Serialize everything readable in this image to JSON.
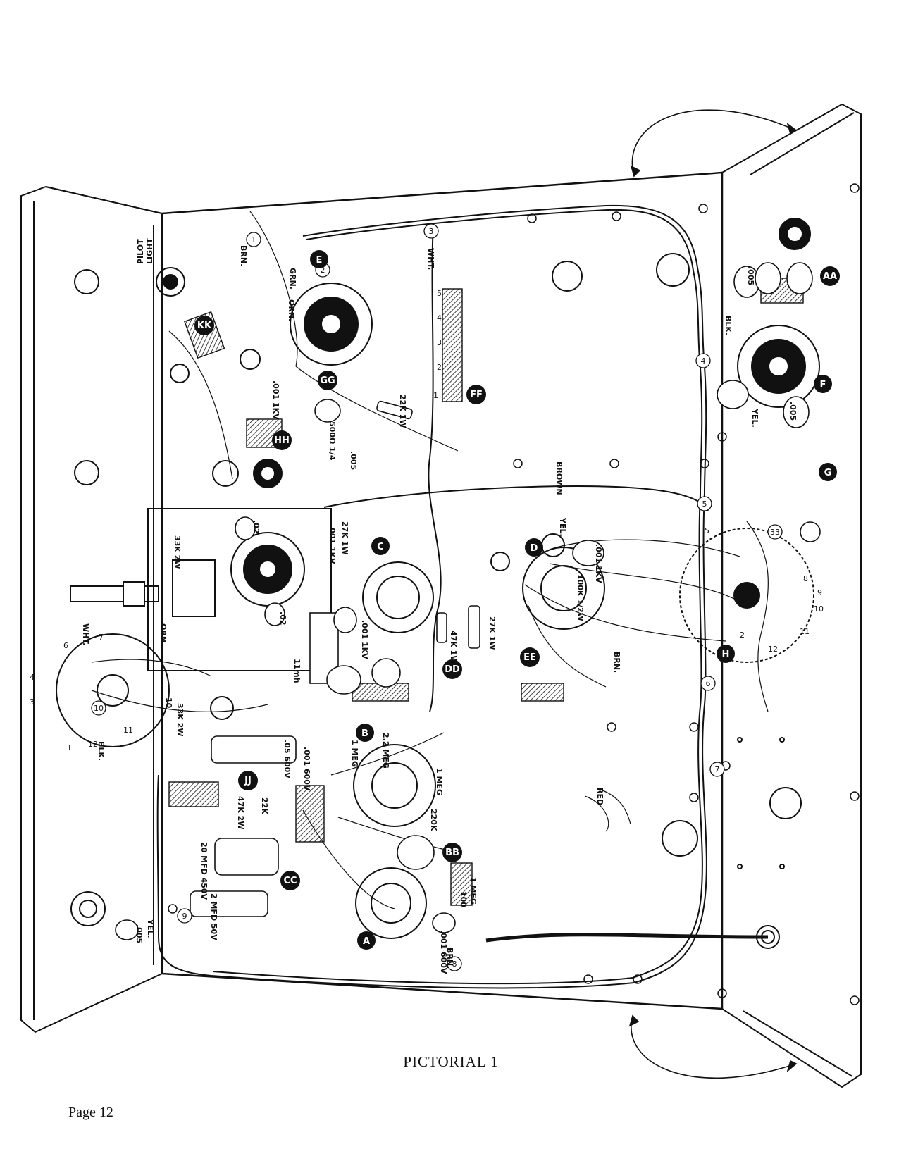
{
  "document": {
    "caption": "PICTORIAL 1",
    "page_label": "Page 12"
  },
  "diagram": {
    "pilot_light_label": [
      "PILOT",
      "LIGHT"
    ],
    "socket_badges": [
      "A",
      "B",
      "C",
      "D",
      "E",
      "F",
      "G",
      "H"
    ],
    "lug_strip_badges": [
      "AA",
      "BB",
      "CC",
      "DD",
      "EE",
      "FF",
      "GG",
      "HH",
      "JJ",
      "KK"
    ],
    "wire_labels": [
      "BROWN",
      "WHT.",
      "ORN.",
      "BLK.",
      "YEL.",
      "RED",
      "BRN.",
      "GRN."
    ],
    "component_labels": [
      ".001 1KV",
      ".005",
      ".02",
      "22K 1W",
      "27K 1W",
      "33K 2W",
      "47K 1W",
      "47K 2W",
      "100K 1/2W",
      "220K",
      "2.2 MEG",
      "1 MEG",
      ".001 600V",
      ".05 600V",
      "500Ω 1/4",
      "20 MFD 450V",
      "2 MFD 50V",
      "11mh",
      "33",
      "100",
      "10",
      "22K"
    ],
    "terminal_numbers": [
      "1",
      "2",
      "3",
      "4",
      "5",
      "6",
      "7",
      "8",
      "9",
      "10",
      "11",
      "12"
    ]
  }
}
